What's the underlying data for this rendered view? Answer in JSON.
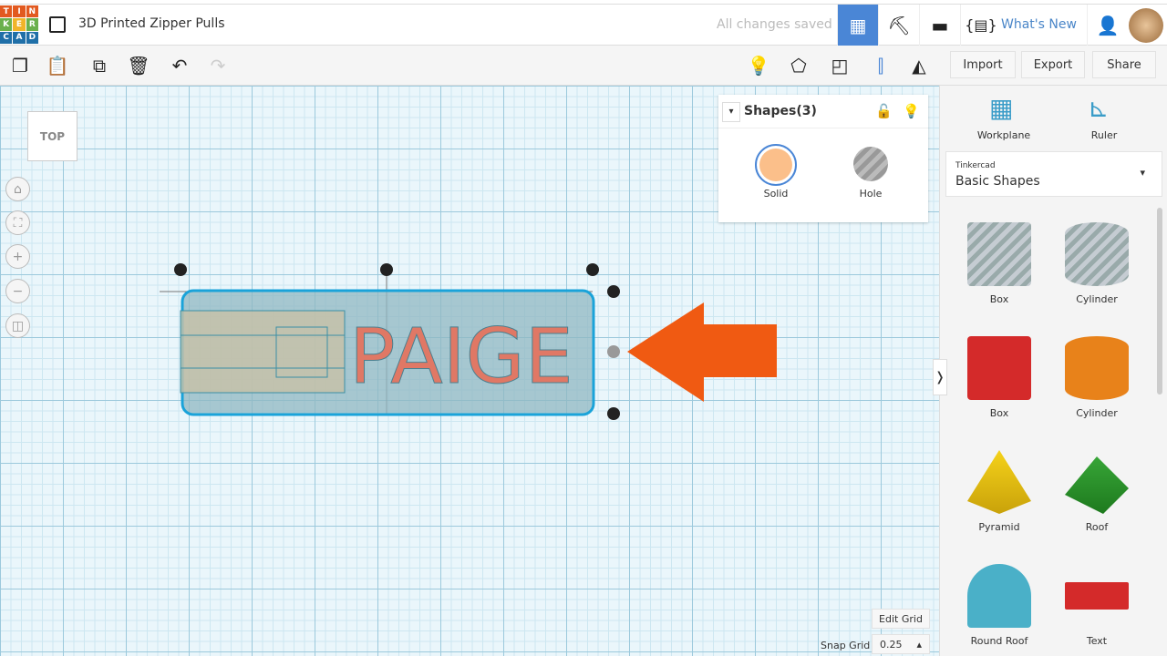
{
  "header": {
    "logo_letters": [
      "T",
      "I",
      "N",
      "K",
      "E",
      "R",
      "C",
      "A",
      "D"
    ],
    "logo_colors": [
      "#e2591f",
      "#e2591f",
      "#e2591f",
      "#6ab04c",
      "#f0b429",
      "#6ab04c",
      "#1f6fa8",
      "#1f6fa8",
      "#1f6fa8"
    ],
    "title": "3D Printed Zipper Pulls",
    "save_status": "All changes saved",
    "whats_new": "What's New"
  },
  "toolbar": {
    "import": "Import",
    "export": "Export",
    "share": "Share"
  },
  "view": {
    "cube_label": "TOP"
  },
  "inspector": {
    "title": "Shapes(3)",
    "solid": "Solid",
    "hole": "Hole",
    "solid_color": "#fbbf8a"
  },
  "canvas": {
    "text": "PAIGE",
    "arrow_color": "#f05a12",
    "text_color": "#e07865"
  },
  "sidebar": {
    "workplane": "Workplane",
    "ruler": "Ruler",
    "library_source": "Tinkercad",
    "library": "Basic Shapes",
    "shapes": [
      {
        "label": "Box"
      },
      {
        "label": "Cylinder"
      },
      {
        "label": "Box"
      },
      {
        "label": "Cylinder"
      },
      {
        "label": "Pyramid"
      },
      {
        "label": "Roof"
      },
      {
        "label": "Round Roof"
      },
      {
        "label": "Text"
      }
    ]
  },
  "grid": {
    "edit": "Edit Grid",
    "snap_label": "Snap Grid",
    "snap_value": "0.25"
  }
}
